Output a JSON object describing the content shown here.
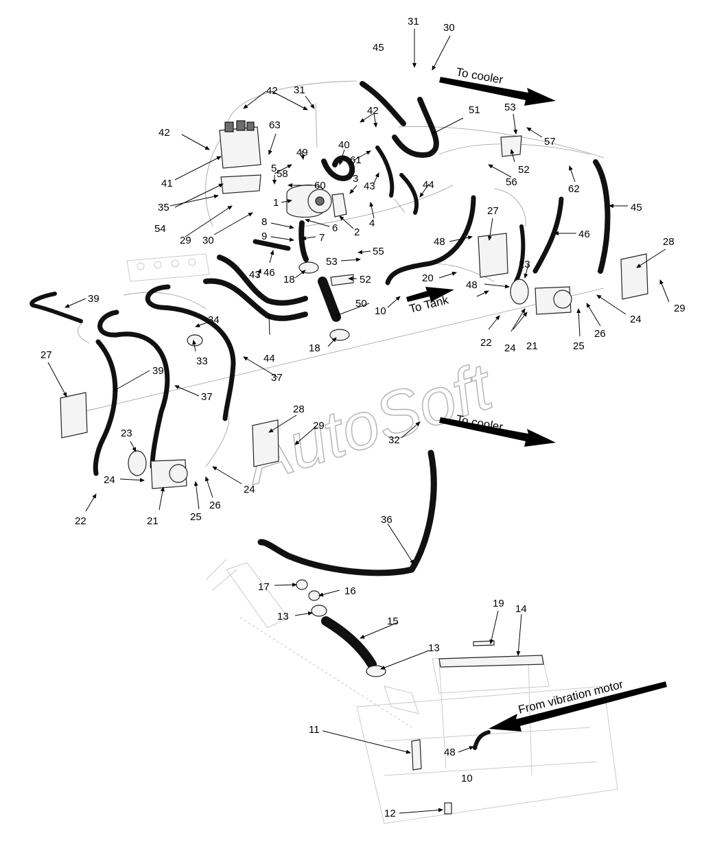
{
  "diagram": {
    "watermark": "AutoSoft",
    "flow_labels": {
      "to_cooler_top": "To cooler",
      "to_tank": "To Tank",
      "to_cooler_middle": "To cooler",
      "from_vibration_motor": "From vibration motor"
    },
    "callouts": [
      "1",
      "2",
      "3",
      "4",
      "5",
      "6",
      "7",
      "8",
      "9",
      "10",
      "11",
      "12",
      "13",
      "14",
      "15",
      "16",
      "17",
      "18",
      "19",
      "20",
      "21",
      "22",
      "23",
      "24",
      "25",
      "26",
      "27",
      "28",
      "29",
      "30",
      "31",
      "32",
      "33",
      "34",
      "35",
      "36",
      "37",
      "39",
      "40",
      "41",
      "42",
      "43",
      "44",
      "45",
      "46",
      "48",
      "49",
      "50",
      "51",
      "52",
      "53",
      "54",
      "55",
      "56",
      "57",
      "58",
      "60",
      "61",
      "62",
      "63"
    ],
    "colors": {
      "hose": "#111111",
      "line": "#000000",
      "ghost": "#c9c9c9",
      "watermark": "#b9b9b9"
    }
  }
}
